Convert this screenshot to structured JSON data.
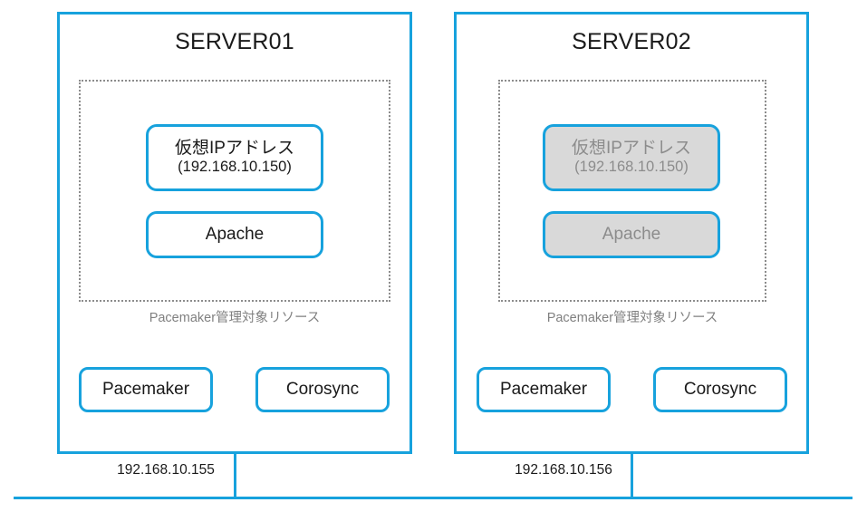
{
  "theme": {
    "accent": "#17a2dd",
    "inactive_fill": "#d9d9d9",
    "inactive_text": "#8c8c8c",
    "dotted_border": "#8c8c8c",
    "text": "#1a1a1a",
    "background": "#ffffff"
  },
  "servers": [
    {
      "id": "server01",
      "title": "SERVER01",
      "state": "active",
      "resource_region": {
        "caption": "Pacemaker管理対象リソース",
        "resources": [
          {
            "name": "virtual-ip",
            "line1": "仮想IPアドレス",
            "line2": "(192.168.10.150)",
            "state": "active"
          },
          {
            "name": "apache",
            "line1": "Apache",
            "line2": "",
            "state": "active"
          }
        ]
      },
      "services": [
        {
          "name": "pacemaker",
          "label": "Pacemaker"
        },
        {
          "name": "corosync",
          "label": "Corosync"
        }
      ],
      "network": {
        "ip_label": "192.168.10.155"
      }
    },
    {
      "id": "server02",
      "title": "SERVER02",
      "state": "standby",
      "resource_region": {
        "caption": "Pacemaker管理対象リソース",
        "resources": [
          {
            "name": "virtual-ip",
            "line1": "仮想IPアドレス",
            "line2": "(192.168.10.150)",
            "state": "inactive"
          },
          {
            "name": "apache",
            "line1": "Apache",
            "line2": "",
            "state": "inactive"
          }
        ]
      },
      "services": [
        {
          "name": "pacemaker",
          "label": "Pacemaker"
        },
        {
          "name": "corosync",
          "label": "Corosync"
        }
      ],
      "network": {
        "ip_label": "192.168.10.156"
      }
    }
  ]
}
